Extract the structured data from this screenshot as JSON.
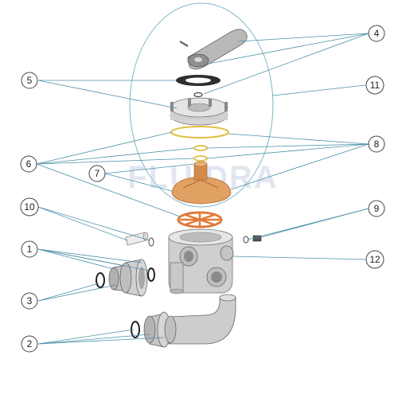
{
  "watermark": "FLUIDRA",
  "callouts": [
    {
      "id": "c1",
      "label": "1"
    },
    {
      "id": "c2",
      "label": "2"
    },
    {
      "id": "c3",
      "label": "3"
    },
    {
      "id": "c4",
      "label": "4"
    },
    {
      "id": "c5",
      "label": "5"
    },
    {
      "id": "c6",
      "label": "6"
    },
    {
      "id": "c7",
      "label": "7"
    },
    {
      "id": "c8",
      "label": "8"
    },
    {
      "id": "c9",
      "label": "9"
    },
    {
      "id": "c10",
      "label": "10"
    },
    {
      "id": "c11",
      "label": "11"
    },
    {
      "id": "c12",
      "label": "12"
    }
  ],
  "colors": {
    "leader": "#4a90a8",
    "part_grey": "#c8c8c8",
    "part_dark": "#5a5a5a",
    "bronze": "#d9965a",
    "rotor_orange": "#e07a38",
    "gasket_yellow": "#e8c84a"
  }
}
